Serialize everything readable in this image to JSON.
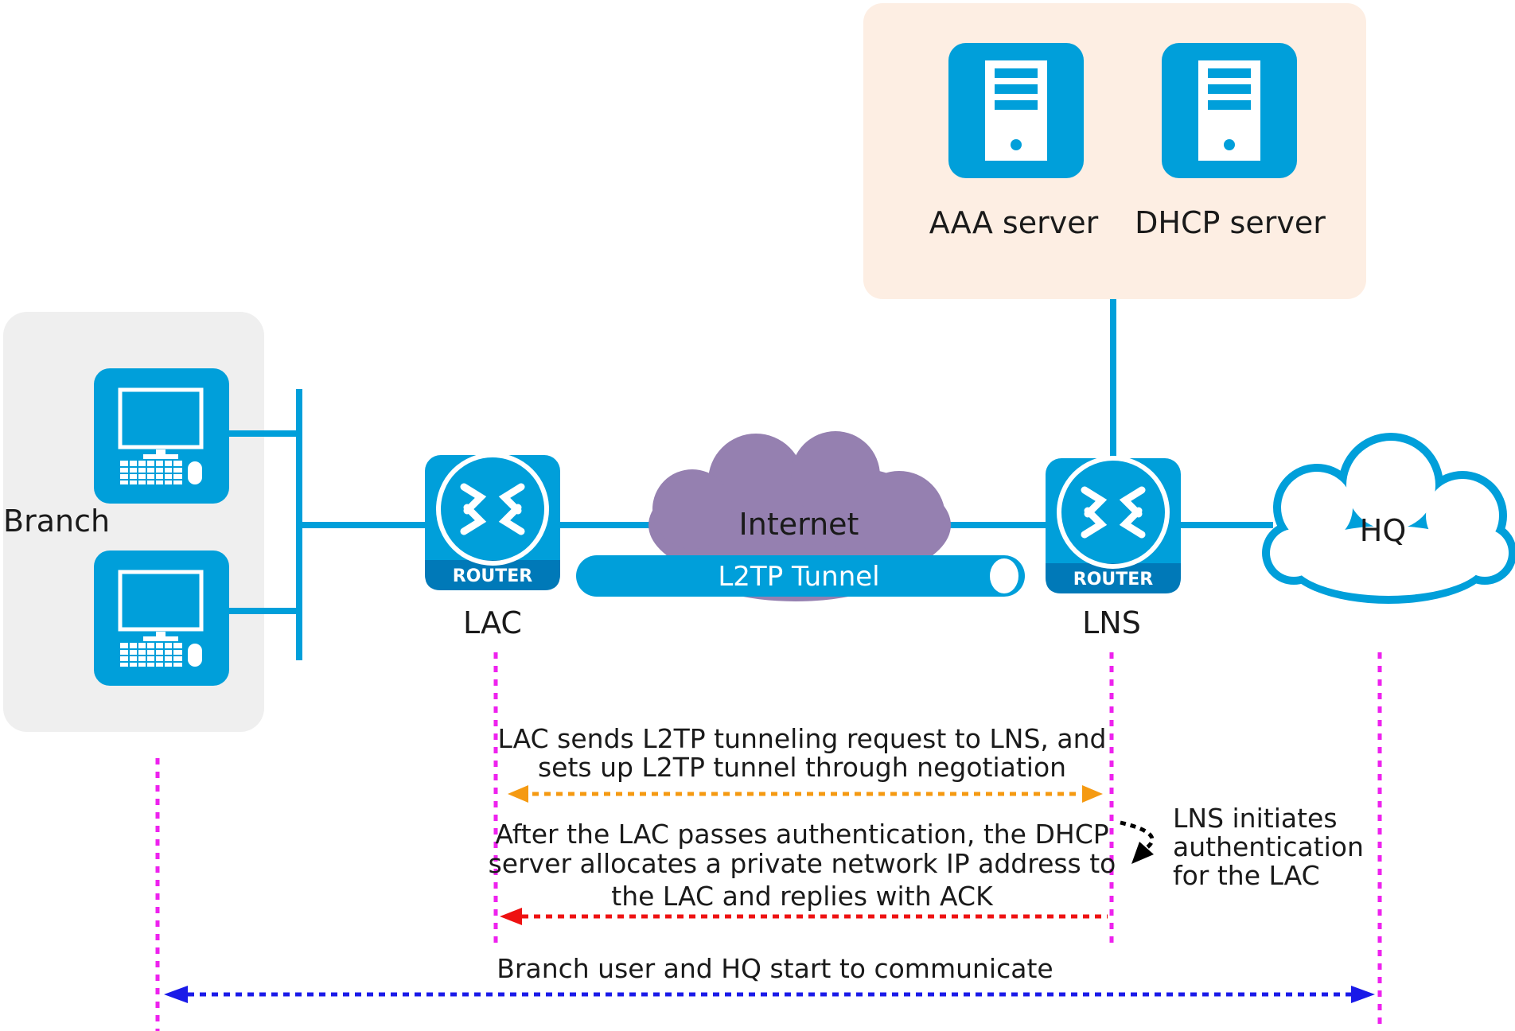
{
  "colors": {
    "device_blue": "#009fda",
    "device_dark": "#0079b8",
    "branch_bg": "#efefef",
    "server_bg": "#fdeee3",
    "internet_cloud": "#9580b0",
    "timeline_magenta": "#ee22ee",
    "orange_arrow": "#f59a12",
    "red_arrow": "#ee1111",
    "blue_arrow": "#1a1ae8",
    "black_arrow": "#000000"
  },
  "groups": {
    "branch_label": "Branch",
    "hq_label": "HQ",
    "internet_label": "Internet",
    "tunnel_label": "L2TP Tunnel"
  },
  "devices": {
    "aaa_label": "AAA server",
    "dhcp_label": "DHCP server",
    "lac_label": "LAC",
    "lns_label": "LNS",
    "router_word": "ROUTER",
    "icons": {
      "pc": "desktop-computer-icon",
      "server": "server-icon",
      "router": "router-icon"
    }
  },
  "steps": {
    "step1_line1": "LAC sends L2TP tunneling request to LNS, and",
    "step1_line2": "sets up L2TP tunnel through negotiation",
    "step2_line1": "After the LAC passes authentication, the DHCP",
    "step2_line2": "server allocates a private network IP address to",
    "step2_line3": "the LAC and replies with ACK",
    "side_line1": "LNS initiates",
    "side_line2": "authentication",
    "side_line3": "for the LAC",
    "step3": "Branch user and HQ start to communicate"
  }
}
